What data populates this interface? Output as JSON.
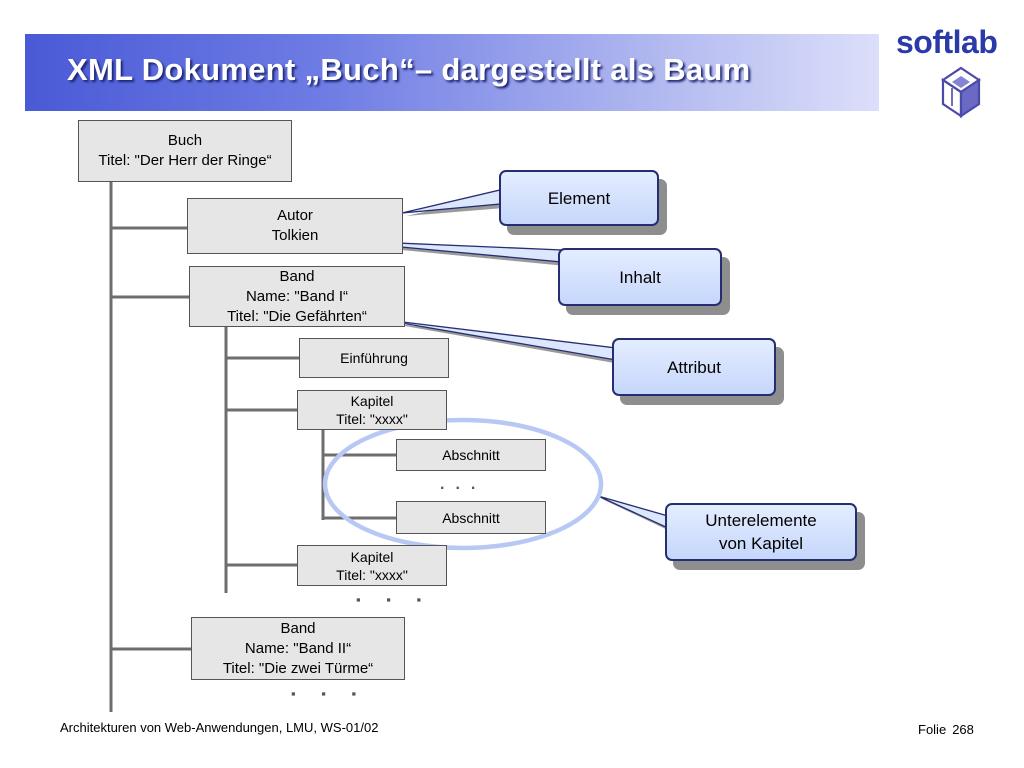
{
  "slide": {
    "title": "XML Dokument „Buch“– dargestellt als Baum",
    "logo_text": "softlab",
    "footer_course": "Architekturen von Web-Anwendungen, LMU, WS-01/02",
    "footer_slide_label": "Folie",
    "footer_slide_number": "268"
  },
  "tree": {
    "buch": {
      "line1": "Buch",
      "line2": "Titel: \"Der Herr der Ringe“"
    },
    "autor": {
      "line1": "Autor",
      "line2": "Tolkien"
    },
    "band1": {
      "line1": "Band",
      "line2": "Name: \"Band I“",
      "line3": "Titel: \"Die Gefährten“"
    },
    "einfuehrung": {
      "line1": "Einführung"
    },
    "kapitel1": {
      "line1": "Kapitel",
      "line2": "Titel: \"xxxx\""
    },
    "abschnitt1": {
      "line1": "Abschnitt"
    },
    "abschnitt2": {
      "line1": "Abschnitt"
    },
    "kapitel2": {
      "line1": "Kapitel",
      "line2": "Titel: \"xxxx\""
    },
    "band2": {
      "line1": "Band",
      "line2": "Name: \"Band II“",
      "line3": "Titel: \"Die zwei Türme“"
    },
    "ellipsis": "...",
    "ellipsis_square": "▪ ▪ ▪"
  },
  "callouts": {
    "element": "Element",
    "inhalt": "Inhalt",
    "attribut": "Attribut",
    "unterelemente_line1": "Unterelemente",
    "unterelemente_line2": "von Kapitel"
  },
  "colors": {
    "title_bar_start": "#4a5ad6",
    "title_bar_end": "#dcdffa",
    "logo": "#2a3aa8",
    "callout_border": "#242e70",
    "callout_fill": "#d4e2fd",
    "highlight_ellipse": "#b8c8f4",
    "tree_line": "#6e6e6e",
    "node_fill": "#e6e6e6"
  },
  "icons": {
    "logo_mark": "isometric-cube-icon"
  }
}
